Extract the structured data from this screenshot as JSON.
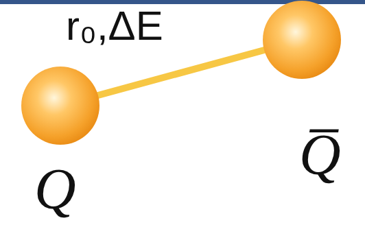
{
  "diagram": {
    "nodes": [
      {
        "text": [
          "Q"
        ]
      },
      {
        "text": [
          "Q̅"
        ]
      }
    ],
    "edges": [
      {
        "from": 0,
        "to": 1,
        "arrow": "none",
        "label": "r₀,ΔE"
      }
    ]
  }
}
